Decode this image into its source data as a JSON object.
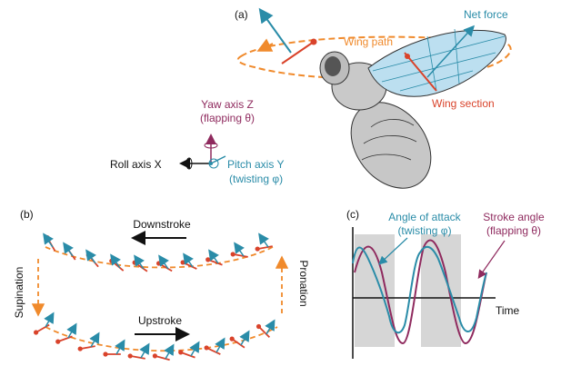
{
  "panel_a": {
    "label": "(a)",
    "net_force": "Net force",
    "wing_path": "Wing path",
    "wing_section": "Wing section",
    "yaw_line1": "Yaw axis Z",
    "yaw_line2": "(flapping θ)",
    "roll": "Roll axis X",
    "pitch_line1": "Pitch axis Y",
    "pitch_line2": "(twisting φ)"
  },
  "panel_b": {
    "label": "(b)",
    "downstroke": "Downstroke",
    "upstroke": "Upstroke",
    "supination": "Supination",
    "pronation": "Pronation"
  },
  "panel_c": {
    "label": "(c)",
    "aoa_line1": "Angle of attack",
    "aoa_line2": "(twisting φ)",
    "stroke_line1": "Stroke angle",
    "stroke_line2": "(flapping θ)",
    "time": "Time"
  },
  "colors": {
    "orange": "#f08a2c",
    "red": "#d9432b",
    "blue": "#2a8ca8",
    "purple": "#8f2a5e",
    "body_gray": "#c7c7c7",
    "wing_blue": "#bcdff0",
    "shade": "#d6d6d6"
  }
}
